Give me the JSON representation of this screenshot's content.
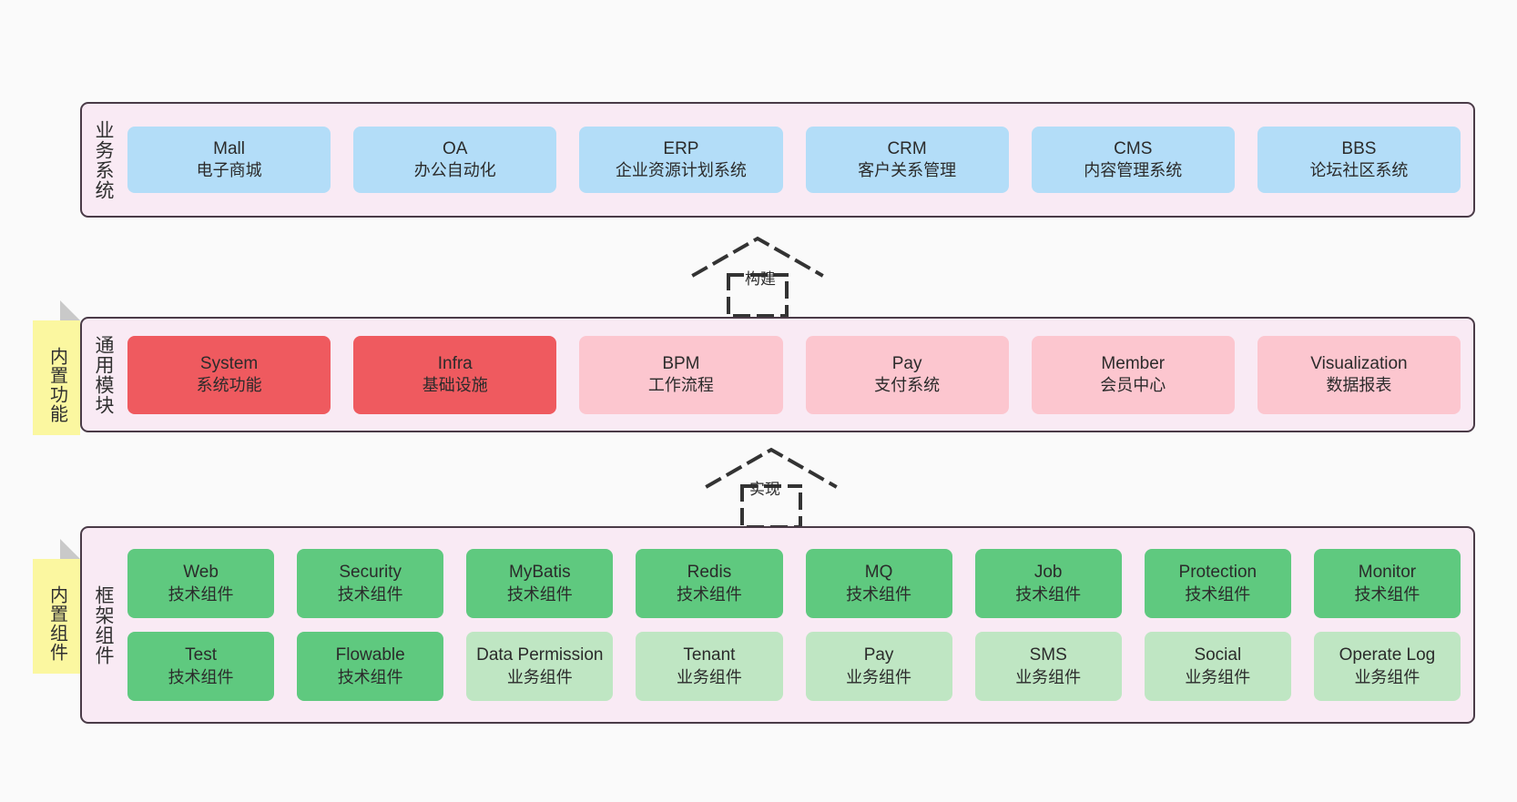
{
  "layers": [
    {
      "id": "business",
      "label": "业务系统",
      "rows": [
        {
          "cells": [
            {
              "en": "Mall",
              "cn": "电子商城",
              "color": "#b3ddf8"
            },
            {
              "en": "OA",
              "cn": "办公自动化",
              "color": "#b3ddf8"
            },
            {
              "en": "ERP",
              "cn": "企业资源计划系统",
              "color": "#b3ddf8"
            },
            {
              "en": "CRM",
              "cn": "客户关系管理",
              "color": "#b3ddf8"
            },
            {
              "en": "CMS",
              "cn": "内容管理系统",
              "color": "#b3ddf8"
            },
            {
              "en": "BBS",
              "cn": "论坛社区系统",
              "color": "#b3ddf8"
            }
          ]
        }
      ]
    },
    {
      "id": "common",
      "label": "通用模块",
      "sticky": "内置功能",
      "rows": [
        {
          "cells": [
            {
              "en": "System",
              "cn": "系统功能",
              "color": "#ef5a5f"
            },
            {
              "en": "Infra",
              "cn": "基础设施",
              "color": "#ef5a5f"
            },
            {
              "en": "BPM",
              "cn": "工作流程",
              "color": "#fcc6cf"
            },
            {
              "en": "Pay",
              "cn": "支付系统",
              "color": "#fcc6cf"
            },
            {
              "en": "Member",
              "cn": "会员中心",
              "color": "#fcc6cf"
            },
            {
              "en": "Visualization",
              "cn": "数据报表",
              "color": "#fcc6cf"
            }
          ]
        }
      ]
    },
    {
      "id": "framework",
      "label": "框架组件",
      "sticky": "内置组件",
      "rows": [
        {
          "cells": [
            {
              "en": "Web",
              "cn": "技术组件",
              "color": "#5fc97f"
            },
            {
              "en": "Security",
              "cn": "技术组件",
              "color": "#5fc97f"
            },
            {
              "en": "MyBatis",
              "cn": "技术组件",
              "color": "#5fc97f"
            },
            {
              "en": "Redis",
              "cn": "技术组件",
              "color": "#5fc97f"
            },
            {
              "en": "MQ",
              "cn": "技术组件",
              "color": "#5fc97f"
            },
            {
              "en": "Job",
              "cn": "技术组件",
              "color": "#5fc97f"
            },
            {
              "en": "Protection",
              "cn": "技术组件",
              "color": "#5fc97f"
            },
            {
              "en": "Monitor",
              "cn": "技术组件",
              "color": "#5fc97f"
            }
          ]
        },
        {
          "cells": [
            {
              "en": "Test",
              "cn": "技术组件",
              "color": "#5fc97f"
            },
            {
              "en": "Flowable",
              "cn": "技术组件",
              "color": "#5fc97f"
            },
            {
              "en": "Data Permission",
              "cn": "业务组件",
              "color": "#bfe6c3"
            },
            {
              "en": "Tenant",
              "cn": "业务组件",
              "color": "#bfe6c3"
            },
            {
              "en": "Pay",
              "cn": "业务组件",
              "color": "#bfe6c3"
            },
            {
              "en": "SMS",
              "cn": "业务组件",
              "color": "#bfe6c3"
            },
            {
              "en": "Social",
              "cn": "业务组件",
              "color": "#bfe6c3"
            },
            {
              "en": "Operate Log",
              "cn": "业务组件",
              "color": "#bfe6c3"
            }
          ]
        }
      ]
    }
  ],
  "connectors": [
    {
      "id": "build",
      "label": "构建"
    },
    {
      "id": "impl",
      "label": "实现"
    }
  ],
  "colors": {
    "layer_background": "#f9eaf4",
    "layer_border": "#4a3b47",
    "sticky": "#fbf7a0",
    "business": "#b3ddf8",
    "common_core": "#ef5a5f",
    "common_light": "#fcc6cf",
    "framework_tech": "#5fc97f",
    "framework_biz": "#bfe6c3",
    "canvas": "#fafafa"
  }
}
